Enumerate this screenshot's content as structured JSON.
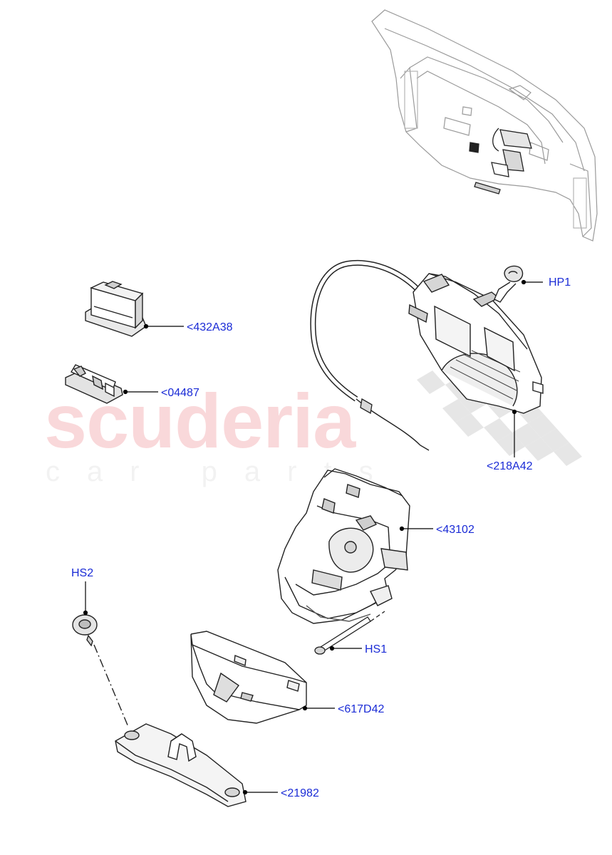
{
  "colors": {
    "callout_text": "#1a2bd6",
    "leader": "#000000",
    "part_stroke": "#222222",
    "part_fill": "#ffffff",
    "shade": "#cfcfcf",
    "ghost_stroke": "#9a9a9a",
    "watermark": "#e8505b",
    "watermark_sub": "#c8c8c8",
    "checker": "#d2d2d2"
  },
  "watermark": {
    "brand": "scuderia",
    "tagline": "car parts"
  },
  "callouts": [
    {
      "id": "hp1",
      "label": "HP1"
    },
    {
      "id": "p432a38",
      "label": "<432A38"
    },
    {
      "id": "p04487",
      "label": "<04487"
    },
    {
      "id": "p218a42",
      "label": "<218A42"
    },
    {
      "id": "p43102",
      "label": "<43102"
    },
    {
      "id": "hs2",
      "label": "HS2"
    },
    {
      "id": "hs1",
      "label": "HS1"
    },
    {
      "id": "p617d42",
      "label": "<617D42"
    },
    {
      "id": "p21982",
      "label": "<21982"
    }
  ]
}
